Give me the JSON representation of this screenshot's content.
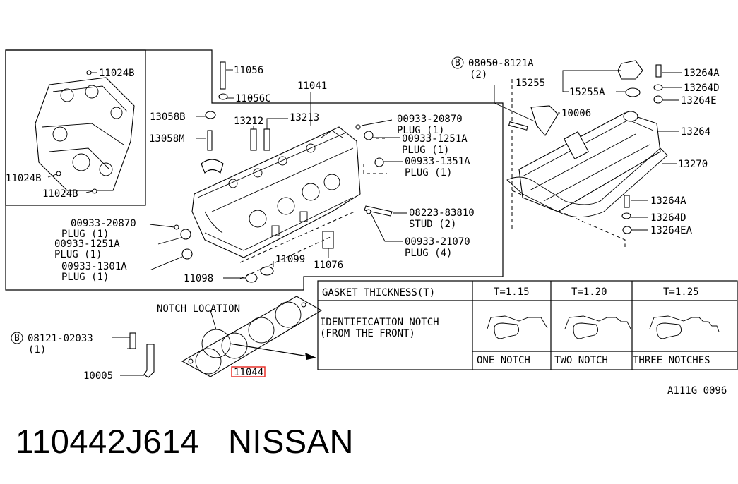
{
  "labels": {
    "p11024B_a": "11024B",
    "p11024B_b": "11024B",
    "p11024B_c": "11024B",
    "p11056": "11056",
    "p11056C": "11056C",
    "p11041": "11041",
    "p13058B": "13058B",
    "p13058M": "13058M",
    "p13212": "13212",
    "p13213": "13213",
    "p00933_20870_a": "00933-20870",
    "plug1_a": "PLUG (1)",
    "p00933_1251A_a": "00933-1251A",
    "plug1_b": "PLUG (1)",
    "p00933_1351A": "00933-1351A",
    "plug1_c": "PLUG (1)",
    "p08223_83810": "08223-83810",
    "stud2": "STUD (2)",
    "p00933_21070": "00933-21070",
    "plug4": "PLUG (4)",
    "p00933_20870_b": "00933-20870",
    "plug1_d": "PLUG (1)",
    "p00933_1251A_b": "00933-1251A",
    "plug1_e": "PLUG (1)",
    "p00933_1301A": "00933-1301A",
    "plug1_f": "PLUG (1)",
    "p11099": "11099",
    "p11098": "11098",
    "p11076": "11076",
    "p08050_8121A": "08050-8121A",
    "qty2": "(2)",
    "p15255": "15255",
    "p15255A": "15255A",
    "p10006": "10006",
    "p13264A_a": "13264A",
    "p13264D_a": "13264D",
    "p13264E": "13264E",
    "p13264": "13264",
    "p13270": "13270",
    "p13264A_b": "13264A",
    "p13264D_b": "13264D",
    "p13264EA": "13264EA",
    "notch_location": "NOTCH LOCATION",
    "p08121_02033": "08121-02033",
    "qty1": "(1)",
    "p10005": "10005",
    "p11044": "11044",
    "circle_b1": "B",
    "circle_b2": "B",
    "fig_code": "A111G 0096"
  },
  "table": {
    "header_label": "GASKET THICKNESS(T)",
    "columns": [
      "T=1.15",
      "T=1.20",
      "T=1.25"
    ],
    "row_label_1": "IDENTIFICATION NOTCH",
    "row_label_2": "(FROM THE FRONT)",
    "notch_counts": [
      "ONE NOTCH",
      "TWO NOTCH",
      "THREE NOTCHES"
    ]
  },
  "footer": {
    "part_number": "110442J614",
    "brand": "NISSAN"
  },
  "colors": {
    "highlight": "#e8312a"
  }
}
